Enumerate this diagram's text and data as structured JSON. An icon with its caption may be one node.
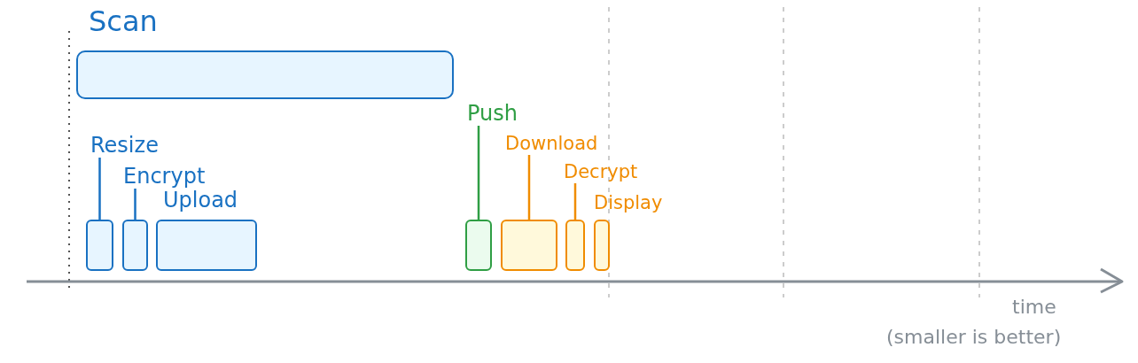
{
  "diagram": {
    "nodes": [
      {
        "text": [
          "Scan"
        ]
      },
      {
        "text": [
          "Resize"
        ]
      },
      {
        "text": [],
        "shape": "box"
      },
      {
        "text": [
          "Encrypt"
        ]
      },
      {
        "text": [],
        "shape": "box"
      },
      {
        "text": [
          "Upload"
        ]
      },
      {
        "text": [
          "Push"
        ]
      },
      {
        "text": [],
        "shape": "box"
      },
      {
        "text": [
          "Download"
        ]
      },
      {
        "text": [],
        "shape": "box"
      },
      {
        "text": [
          "Decrypt"
        ]
      },
      {
        "text": [],
        "shape": "box"
      },
      {
        "text": [
          "Display"
        ]
      }
    ],
    "edges": [
      {
        "from": 1,
        "to": 2,
        "arrow": "none",
        "color": "#1971c2"
      },
      {
        "from": 3,
        "to": 4,
        "arrow": "none",
        "color": "#1971c2"
      },
      {
        "from": 6,
        "to": 7,
        "arrow": "none",
        "color": "#2f9e44"
      },
      {
        "from": 8,
        "to": 9,
        "arrow": "none",
        "color": "#f08c00"
      },
      {
        "from": 10,
        "to": 11,
        "arrow": "none",
        "color": "#f08c00"
      }
    ],
    "labels": [
      "time",
      "(smaller is better)"
    ]
  }
}
